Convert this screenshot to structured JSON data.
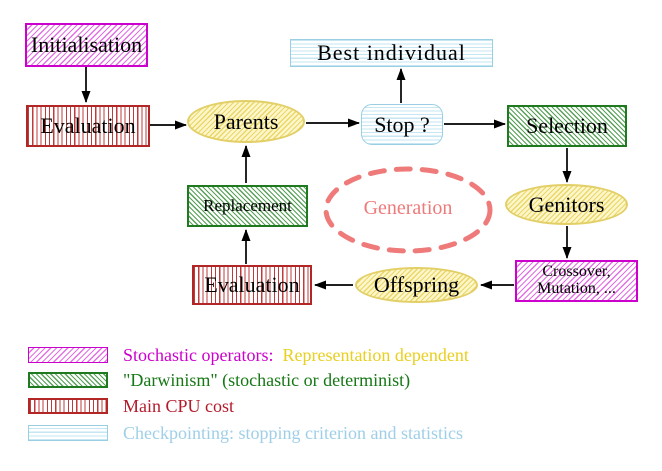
{
  "diagram": {
    "nodes": {
      "initialisation": "Initialisation",
      "evaluation_top": "Evaluation",
      "best_individual": "Best individual",
      "parents": "Parents",
      "stop": "Stop ?",
      "selection": "Selection",
      "replacement": "Replacement",
      "generation": "Generation",
      "genitors": "Genitors",
      "evaluation_bottom": "Evaluation",
      "crossover_line1": "Crossover,",
      "crossover_line2": "Mutation, ...",
      "offspring": "Offspring"
    },
    "edges": [
      {
        "from": "initialisation",
        "to": "evaluation_top"
      },
      {
        "from": "evaluation_top",
        "to": "parents"
      },
      {
        "from": "parents",
        "to": "stop"
      },
      {
        "from": "stop",
        "to": "best_individual"
      },
      {
        "from": "stop",
        "to": "selection"
      },
      {
        "from": "selection",
        "to": "genitors"
      },
      {
        "from": "genitors",
        "to": "crossover"
      },
      {
        "from": "crossover",
        "to": "offspring"
      },
      {
        "from": "offspring",
        "to": "evaluation_bottom"
      },
      {
        "from": "evaluation_bottom",
        "to": "replacement"
      },
      {
        "from": "replacement",
        "to": "parents"
      }
    ],
    "legend": {
      "items": [
        {
          "pattern": "magenta-diagonal-hatch",
          "label": "Stochastic operators:",
          "label2": "Representation dependent",
          "label_color": "#cc00cc",
          "label2_color": "#e9cf1e"
        },
        {
          "pattern": "green-diagonal-hatch",
          "label": "\"Darwinism\" (stochastic or determinist)",
          "label_color": "#157815"
        },
        {
          "pattern": "red-vertical-stripes",
          "label": "Main CPU cost",
          "label_color": "#b31b2c"
        },
        {
          "pattern": "cyan-horizontal-stripes",
          "label": "Checkpointing: stopping criterion and statistics",
          "label_color": "#9fcfe8"
        }
      ]
    },
    "colors": {
      "magenta_border": "#cc00cc",
      "magenta_hatch": "#e170e1",
      "red_border": "#b32626",
      "red_stripe": "#bf3b3b",
      "green_border": "#1f7a1f",
      "green_hatch": "#58a258",
      "yellow_border": "#e3cf67",
      "yellow_fill": "#fcf6ca",
      "cyan_border": "#99cfe3",
      "cyan_stripe": "#c6e6f3",
      "generation_coral": "#ee7a7a",
      "arrow_black": "#000000"
    }
  }
}
